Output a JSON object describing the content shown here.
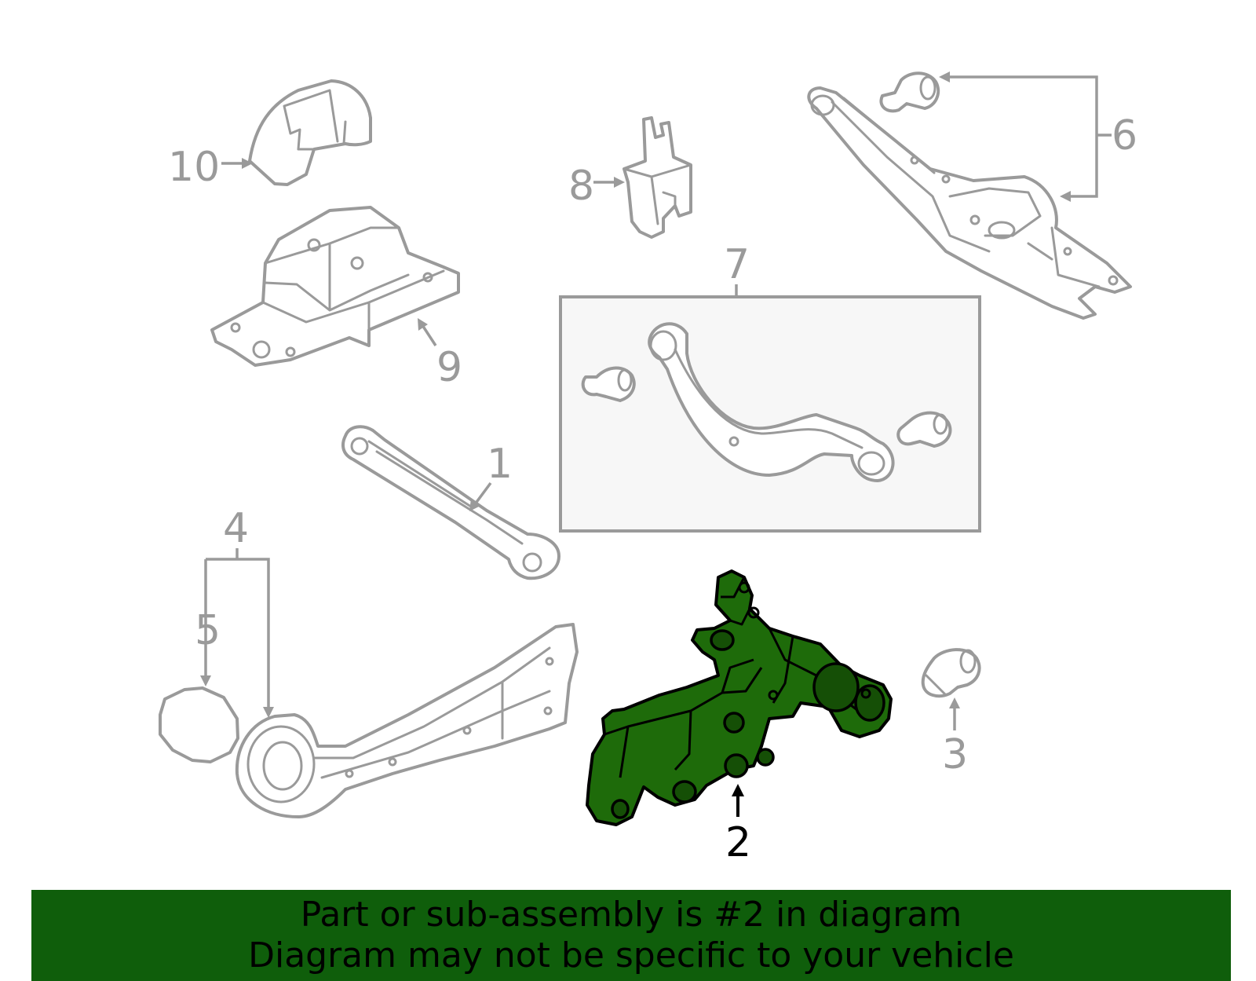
{
  "diagram": {
    "callouts": {
      "c1": "1",
      "c2": "2",
      "c3": "3",
      "c4": "4",
      "c5": "5",
      "c6": "6",
      "c7": "7",
      "c8": "8",
      "c9": "9",
      "c10": "10"
    },
    "highlighted_part": "2",
    "colors": {
      "highlight_fill": "#1e6b0a",
      "outline_gray": "#9a9a9a",
      "banner_bg": "#0f5e0b",
      "box_fill": "#f7f7f7"
    }
  },
  "banner": {
    "line1": "Part or sub-assembly is #2 in diagram",
    "line2": "Diagram may not be specific to your vehicle"
  }
}
